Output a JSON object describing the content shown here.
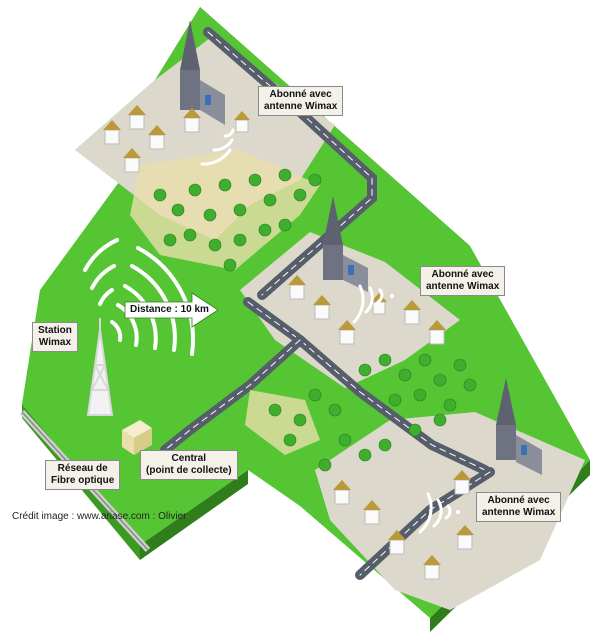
{
  "labels": {
    "subscriber_top": [
      "Abonné avec",
      "antenne Wimax"
    ],
    "subscriber_mid": [
      "Abonné avec",
      "antenne Wimax"
    ],
    "subscriber_bottom": [
      "Abonné avec",
      "antenne Wimax"
    ],
    "station": [
      "Station",
      "Wimax"
    ],
    "distance": "Distance : 10 km",
    "network": [
      "Réseau de",
      "Fibre optique"
    ],
    "central": [
      "Central",
      "(point de collecte)"
    ]
  },
  "credit": "Crédit image : www.ariase.com : Olivier",
  "colors": {
    "grass": "#55c534",
    "grass_dark": "#3a9a22",
    "grass_edge": "#2f7d1b",
    "plaza": "#ddd8cc",
    "road": "#555e6a",
    "road_line": "#ffffff",
    "arrow": "#ffffff",
    "tree": "#3fae2e",
    "roof": "#b89a3a",
    "church": "#6f7381"
  },
  "icons": [
    "church-icon",
    "house-icon",
    "tree-icon",
    "wimax-tower-icon",
    "central-building-icon",
    "fiber-cable-icon",
    "signal-waves-icon"
  ]
}
